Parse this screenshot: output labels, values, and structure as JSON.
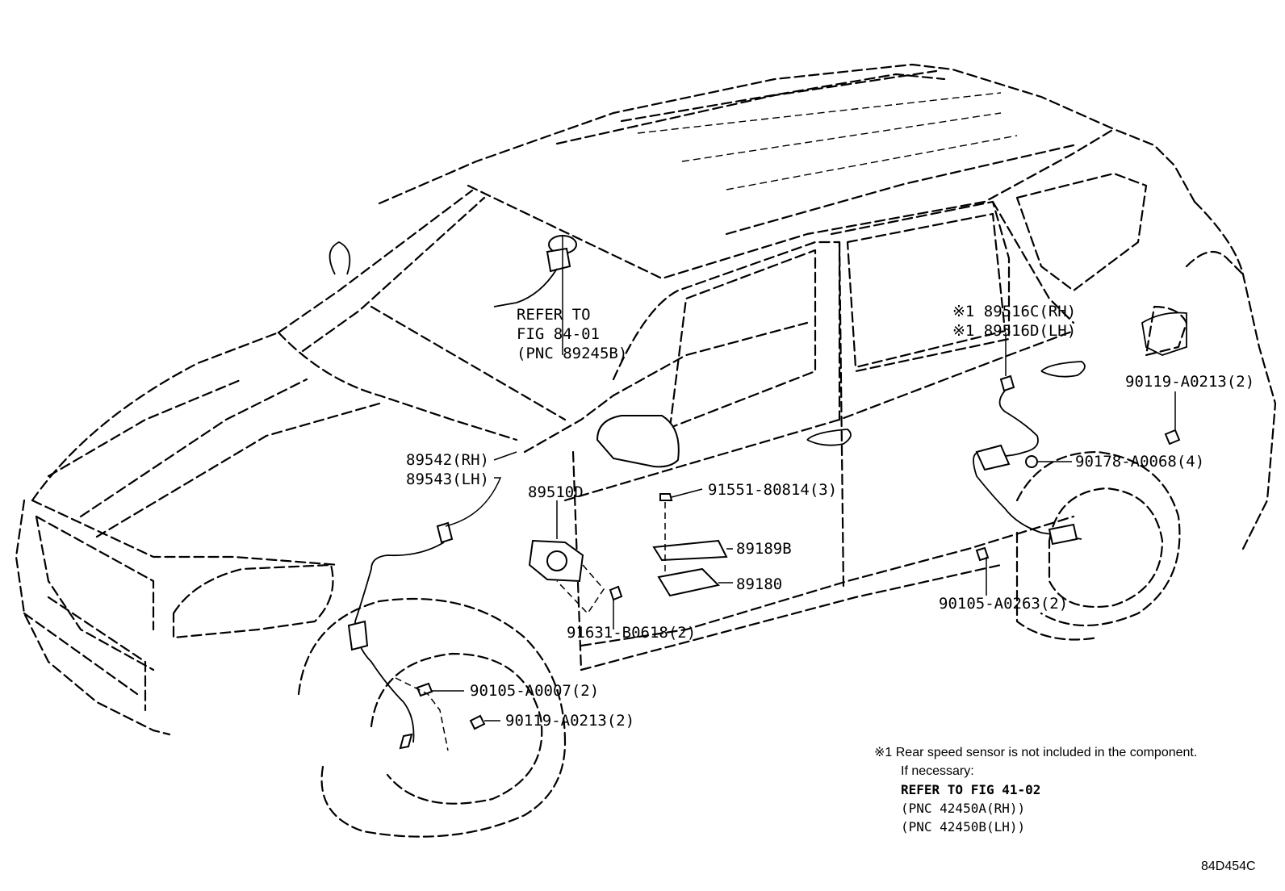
{
  "labels": {
    "refer_fig_8401": [
      "REFER TO",
      "FIG 84-01",
      "(PNC 89245B)"
    ],
    "p89542": "89542(RH)",
    "p89543": "89543(LH)",
    "p89510d": "89510D",
    "p91551": "91551-80814(3)",
    "p89189b": "89189B",
    "p89180": "89180",
    "p91631": "91631-B0618(2)",
    "p90105_a0007": "90105-A0007(2)",
    "p90119_front": "90119-A0213(2)",
    "p89516c": "※1  89516C(RH)",
    "p89516d": "※1  89516D(LH)",
    "p90119_rear": "90119-A0213(2)",
    "p90178": "90178-A0068(4)",
    "p90105_a0263": "90105-A0263(2)"
  },
  "note": {
    "line1": "※1 Rear speed sensor is not included in the component.",
    "line2": "If necessary:",
    "line3": "REFER TO FIG 41-02",
    "line4": "(PNC 42450A(RH))",
    "line5": "(PNC 42450B(LH))"
  },
  "figure_code": "84D454C"
}
